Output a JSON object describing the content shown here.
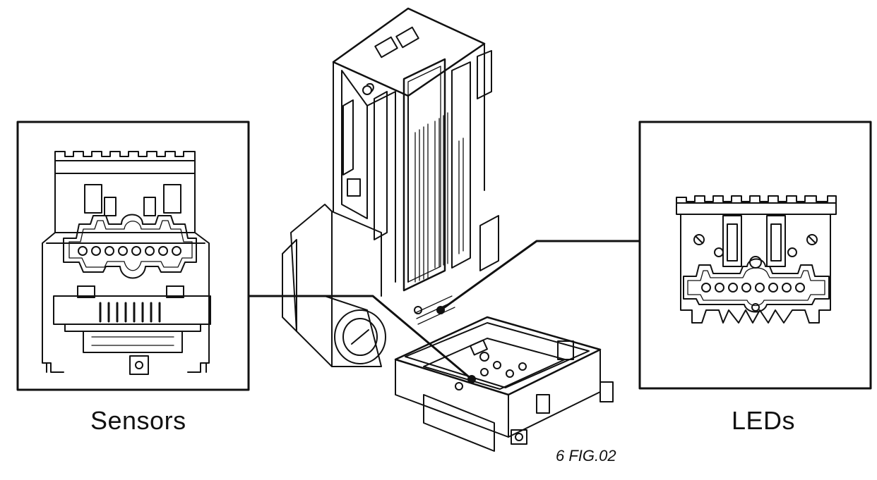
{
  "callouts": {
    "left_label": "Sensors",
    "right_label": "LEDs"
  },
  "figure_label": "6 FIG.02",
  "colors": {
    "line": "#111111",
    "background": "#ffffff"
  },
  "icons": {
    "sensor_board": "sensor-board-illustration",
    "led_board": "led-board-illustration",
    "device": "coin-validator-illustration"
  },
  "counts": {
    "sensor_holes": 8,
    "led_holes": 8
  }
}
